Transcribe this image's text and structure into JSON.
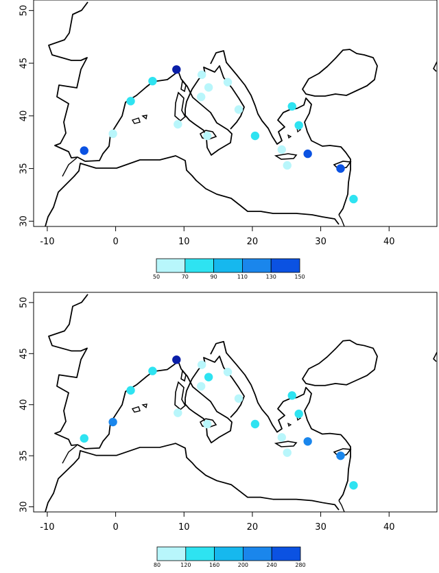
{
  "maps": [
    {
      "id": "map-top",
      "xlim": [
        -12,
        47
      ],
      "ylim": [
        29.5,
        51
      ],
      "x_ticks": [
        -10,
        0,
        10,
        20,
        30,
        40
      ],
      "y_ticks": [
        30,
        35,
        40,
        45,
        50
      ],
      "legend": {
        "breaks": [
          "50",
          "70",
          "90",
          "110",
          "130",
          "150"
        ],
        "colors": [
          "#b8f6fb",
          "#2ee3f1",
          "#16b8ee",
          "#1a86ec",
          "#0b52e2",
          "#0a1ea8"
        ]
      },
      "stations": [
        {
          "lon": -4.6,
          "lat": 36.7,
          "c": 4
        },
        {
          "lon": -0.4,
          "lat": 38.3,
          "c": 0
        },
        {
          "lon": 2.2,
          "lat": 41.4,
          "c": 1
        },
        {
          "lon": 5.4,
          "lat": 43.3,
          "c": 1
        },
        {
          "lon": 8.9,
          "lat": 44.4,
          "c": 5
        },
        {
          "lon": 9.1,
          "lat": 39.2,
          "c": 0
        },
        {
          "lon": 12.6,
          "lat": 43.9,
          "c": 0
        },
        {
          "lon": 13.6,
          "lat": 42.7,
          "c": 0
        },
        {
          "lon": 12.5,
          "lat": 41.8,
          "c": 0
        },
        {
          "lon": 16.4,
          "lat": 43.2,
          "c": 0
        },
        {
          "lon": 18.0,
          "lat": 40.6,
          "c": 0
        },
        {
          "lon": 13.4,
          "lat": 38.1,
          "c": 0
        },
        {
          "lon": 20.4,
          "lat": 38.1,
          "c": 1
        },
        {
          "lon": 25.8,
          "lat": 40.9,
          "c": 1
        },
        {
          "lon": 26.8,
          "lat": 39.1,
          "c": 1
        },
        {
          "lon": 24.3,
          "lat": 36.8,
          "c": 0
        },
        {
          "lon": 25.1,
          "lat": 35.3,
          "c": 0
        },
        {
          "lon": 28.1,
          "lat": 36.4,
          "c": 4
        },
        {
          "lon": 32.9,
          "lat": 35.0,
          "c": 4
        },
        {
          "lon": 34.8,
          "lat": 32.1,
          "c": 1
        }
      ]
    },
    {
      "id": "map-bottom",
      "xlim": [
        -12,
        47
      ],
      "ylim": [
        29.5,
        51
      ],
      "x_ticks": [
        -10,
        0,
        10,
        20,
        30,
        40
      ],
      "y_ticks": [
        30,
        35,
        40,
        45,
        50
      ],
      "legend": {
        "breaks": [
          "80",
          "120",
          "160",
          "200",
          "240",
          "280"
        ],
        "colors": [
          "#b8f6fb",
          "#2ee3f1",
          "#16b8ee",
          "#1a86ec",
          "#0b52e2",
          "#0a1ea8"
        ]
      },
      "stations": [
        {
          "lon": -4.6,
          "lat": 36.7,
          "c": 1
        },
        {
          "lon": -0.4,
          "lat": 38.3,
          "c": 3
        },
        {
          "lon": 2.2,
          "lat": 41.4,
          "c": 1
        },
        {
          "lon": 5.4,
          "lat": 43.3,
          "c": 1
        },
        {
          "lon": 8.9,
          "lat": 44.4,
          "c": 5
        },
        {
          "lon": 9.1,
          "lat": 39.2,
          "c": 0
        },
        {
          "lon": 12.6,
          "lat": 43.9,
          "c": 0
        },
        {
          "lon": 13.6,
          "lat": 42.7,
          "c": 1
        },
        {
          "lon": 12.5,
          "lat": 41.8,
          "c": 0
        },
        {
          "lon": 16.4,
          "lat": 43.2,
          "c": 0
        },
        {
          "lon": 18.0,
          "lat": 40.6,
          "c": 0
        },
        {
          "lon": 13.4,
          "lat": 38.1,
          "c": 0
        },
        {
          "lon": 20.4,
          "lat": 38.1,
          "c": 1
        },
        {
          "lon": 25.8,
          "lat": 40.9,
          "c": 1
        },
        {
          "lon": 26.8,
          "lat": 39.1,
          "c": 1
        },
        {
          "lon": 24.3,
          "lat": 36.8,
          "c": 0
        },
        {
          "lon": 25.1,
          "lat": 35.3,
          "c": 0
        },
        {
          "lon": 28.1,
          "lat": 36.4,
          "c": 3
        },
        {
          "lon": 32.9,
          "lat": 35.0,
          "c": 3
        },
        {
          "lon": 34.8,
          "lat": 32.1,
          "c": 1
        }
      ]
    }
  ]
}
